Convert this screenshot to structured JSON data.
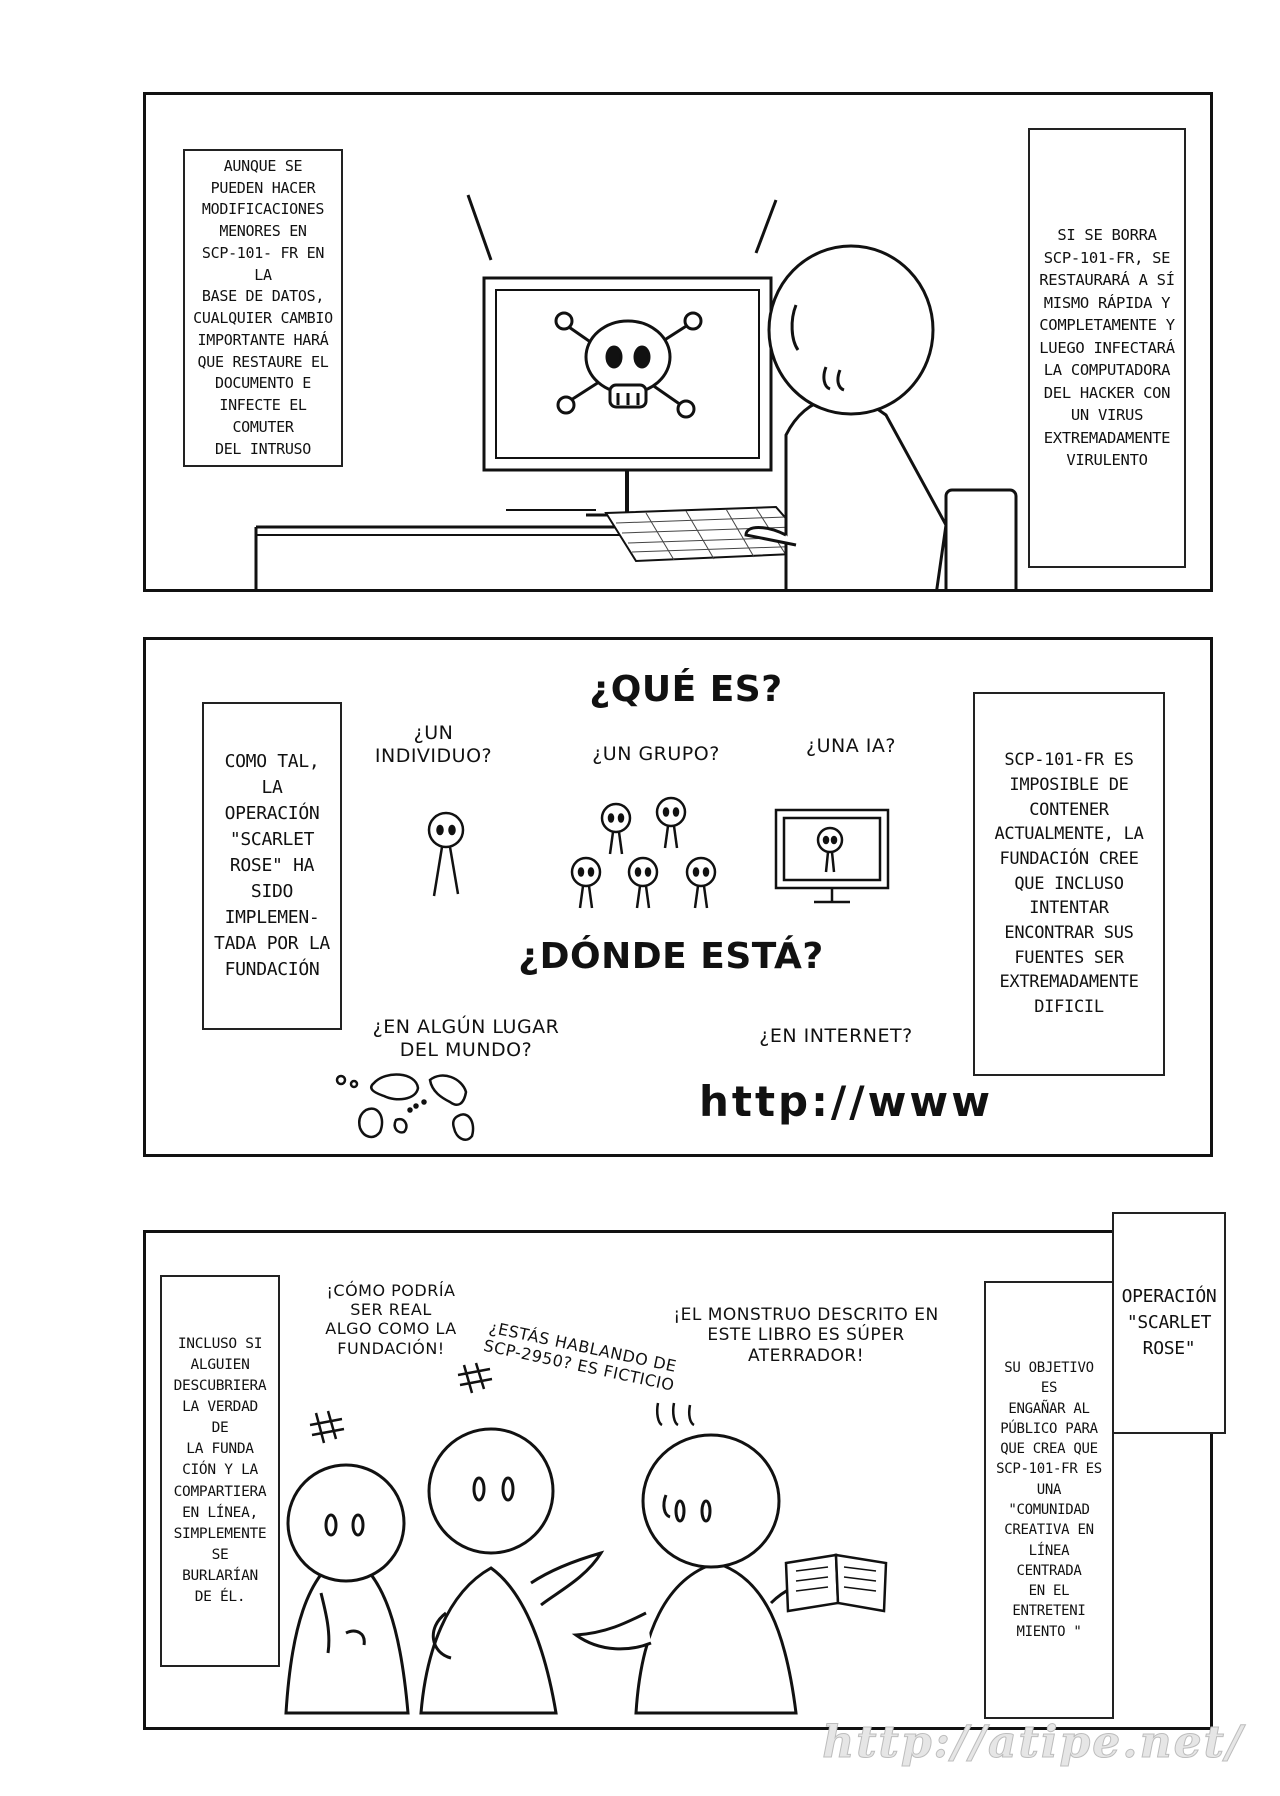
{
  "panel1": {
    "left_caption": "Aunque se\npueden hacer\nmodificaciones\nmenores en\nSCP-101- FR en la\nbase de datos,\ncualquier cambio\nimportante hará\nque restaure el\ndocumento e\ninfecte el comuter\ndel intruso",
    "right_caption": "Si se borra\nSCP-101-FR, se\nrestaurará a sí\nmismo rápida y\ncompletamente y\nluego infectará\nla computadora\ndel hacker con\nun virus\nextremadamente\nvirulento"
  },
  "panel2": {
    "title_what": "¿Qué es?",
    "opt_individual": "¿Un\nindividuo?",
    "opt_group": "¿Un grupo?",
    "opt_ai": "¿Una IA?",
    "title_where": "¿Dónde está?",
    "opt_world": "¿En algún lugar\ndel mundo?",
    "opt_internet": "¿En internet?",
    "www_text": "http://www",
    "left_caption": "Como tal, la\noperación\n\"Scarlet\nRose\" ha sido\nimplemen-\ntada por la\nfundación",
    "right_caption": "SCP-101-FR es\nimposible de\ncontener\nactualmente, la\nfundación cree\nque incluso\nintentar\nencontrar sus\nfuentes ser\nextremadamente\ndificil"
  },
  "panel3": {
    "tag_caption": "Operación\n\"Scarlet\nRose\"",
    "left_caption": "Incluso si\nalguien\ndescubriera\nla verdad de\nla funda\nción y la\ncompartiera\nen línea,\nsimplemente\nse burlarían\nde él.",
    "right_caption": "Su objetivo es\nengañar al\npúblico para\nque crea que\nSCP-101-FR es\nuna \"comunidad\ncreativa en\nlínea centrada\nen el entreteni\nmiento \"",
    "speech_1": "¡Cómo podría\nser real\nalgo como la\nfundación!",
    "speech_2": "¿Estás hablando de\nSCP-2950? Es ficticio",
    "speech_3": "¡El monstruo descrito en\neste libro es súper\naterrador!"
  },
  "watermark": "http://atipe.net/"
}
